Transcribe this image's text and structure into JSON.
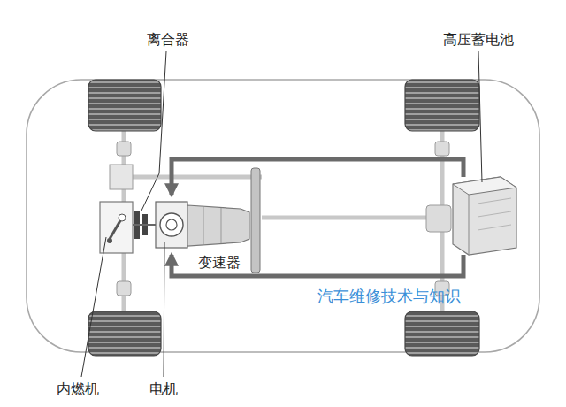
{
  "diagram": {
    "labels": [
      "离合器",
      "高压蓄电池",
      "变速器",
      "汽车维修技术与知识",
      "内燃机",
      "电机"
    ]
  }
}
